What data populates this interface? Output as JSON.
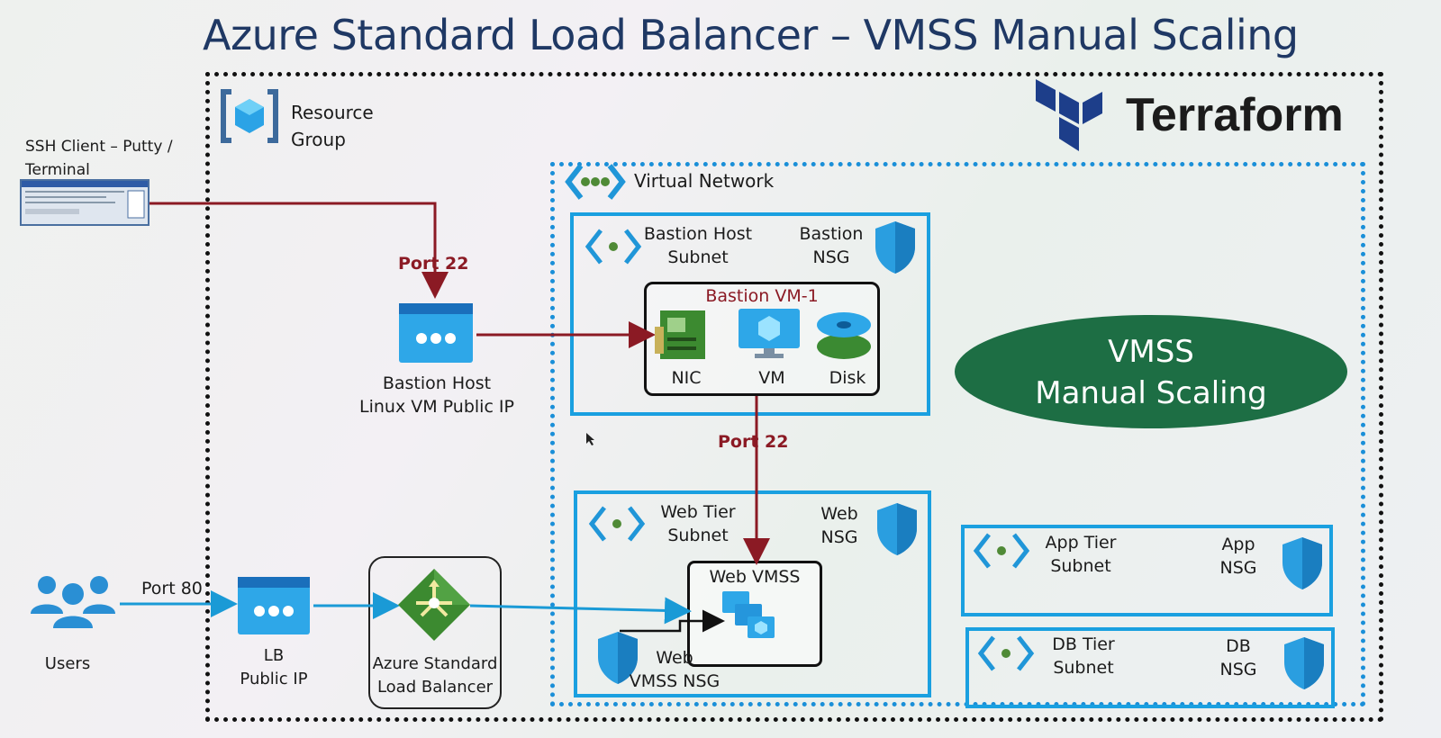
{
  "title": "Azure Standard Load Balancer – VMSS Manual Scaling",
  "brand": {
    "name": "Terraform",
    "color": "#5c4ee5"
  },
  "resource_group": {
    "line1": "Resource",
    "line2": "Group"
  },
  "ssh_client": {
    "line1": "SSH Client – Putty /",
    "line2": "Terminal"
  },
  "virtual_network": {
    "label": "Virtual Network"
  },
  "bastion_subnet": {
    "line1": "Bastion Host",
    "line2": "Subnet",
    "nsg_line1": "Bastion",
    "nsg_line2": "NSG"
  },
  "bastion_vm": {
    "title": "Bastion VM-1",
    "nic": "NIC",
    "vm": "VM",
    "disk": "Disk"
  },
  "bastion_ip": {
    "line1": "Bastion Host",
    "line2": "Linux VM Public IP"
  },
  "ports": {
    "ssh_in": "Port 22",
    "ssh_web": "Port 22",
    "http": "Port 80"
  },
  "web_subnet": {
    "line1": "Web Tier",
    "line2": "Subnet",
    "nsg_line1": "Web",
    "nsg_line2": "NSG"
  },
  "web_vmss": {
    "title": "Web VMSS",
    "nsg_line1": "Web",
    "nsg_line2": "VMSS NSG"
  },
  "app_subnet": {
    "line1": "App Tier",
    "line2": "Subnet",
    "nsg_line1": "App",
    "nsg_line2": "NSG"
  },
  "db_subnet": {
    "line1": "DB Tier",
    "line2": "Subnet",
    "nsg_line1": "DB",
    "nsg_line2": "NSG"
  },
  "users": {
    "label": "Users"
  },
  "lb_ip": {
    "line1": "LB",
    "line2": "Public IP"
  },
  "load_balancer": {
    "line1": "Azure Standard",
    "line2": "Load Balancer"
  },
  "highlight": {
    "line1": "VMSS",
    "line2": "Manual Scaling",
    "color": "#1d6e44"
  },
  "colors": {
    "connector_red": "#8b1a24",
    "connector_blue": "#1a9ad6",
    "subnet_border": "#1aa0e0"
  }
}
